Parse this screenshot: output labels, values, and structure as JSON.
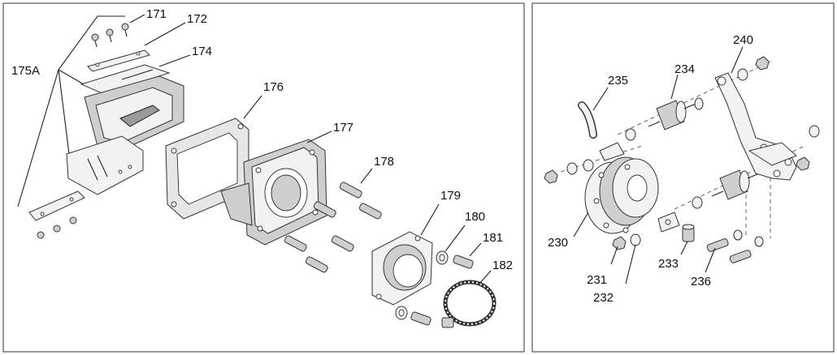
{
  "left_panel": {
    "labels": {
      "p171": "171",
      "p172": "172",
      "p174": "174",
      "p175a": "175A",
      "p176": "176",
      "p177": "177",
      "p178": "178",
      "p179": "179",
      "p180": "180",
      "p181": "181",
      "p182": "182"
    }
  },
  "right_panel": {
    "labels": {
      "p230": "230",
      "p231": "231",
      "p232": "232",
      "p233": "233",
      "p234": "234",
      "p235": "235",
      "p236": "236",
      "p240": "240"
    }
  },
  "colors": {
    "line": "#222222",
    "frame": "#555555",
    "part_fill": "#f2f2f2",
    "part_shade": "#cfcfcf"
  }
}
